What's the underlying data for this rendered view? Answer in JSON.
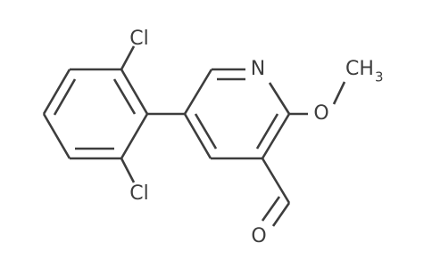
{
  "molecule": {
    "atoms": {
      "cl_top": "Cl",
      "cl_bottom": "Cl",
      "nitrogen": "N",
      "oxygen_methoxy": "O",
      "methyl_c": "CH",
      "methyl_h_count": "3",
      "oxygen_aldehyde": "O"
    },
    "colors": {
      "bond": "#3d3d3d",
      "label": "#3d3d3d",
      "background": "#ffffff"
    }
  }
}
